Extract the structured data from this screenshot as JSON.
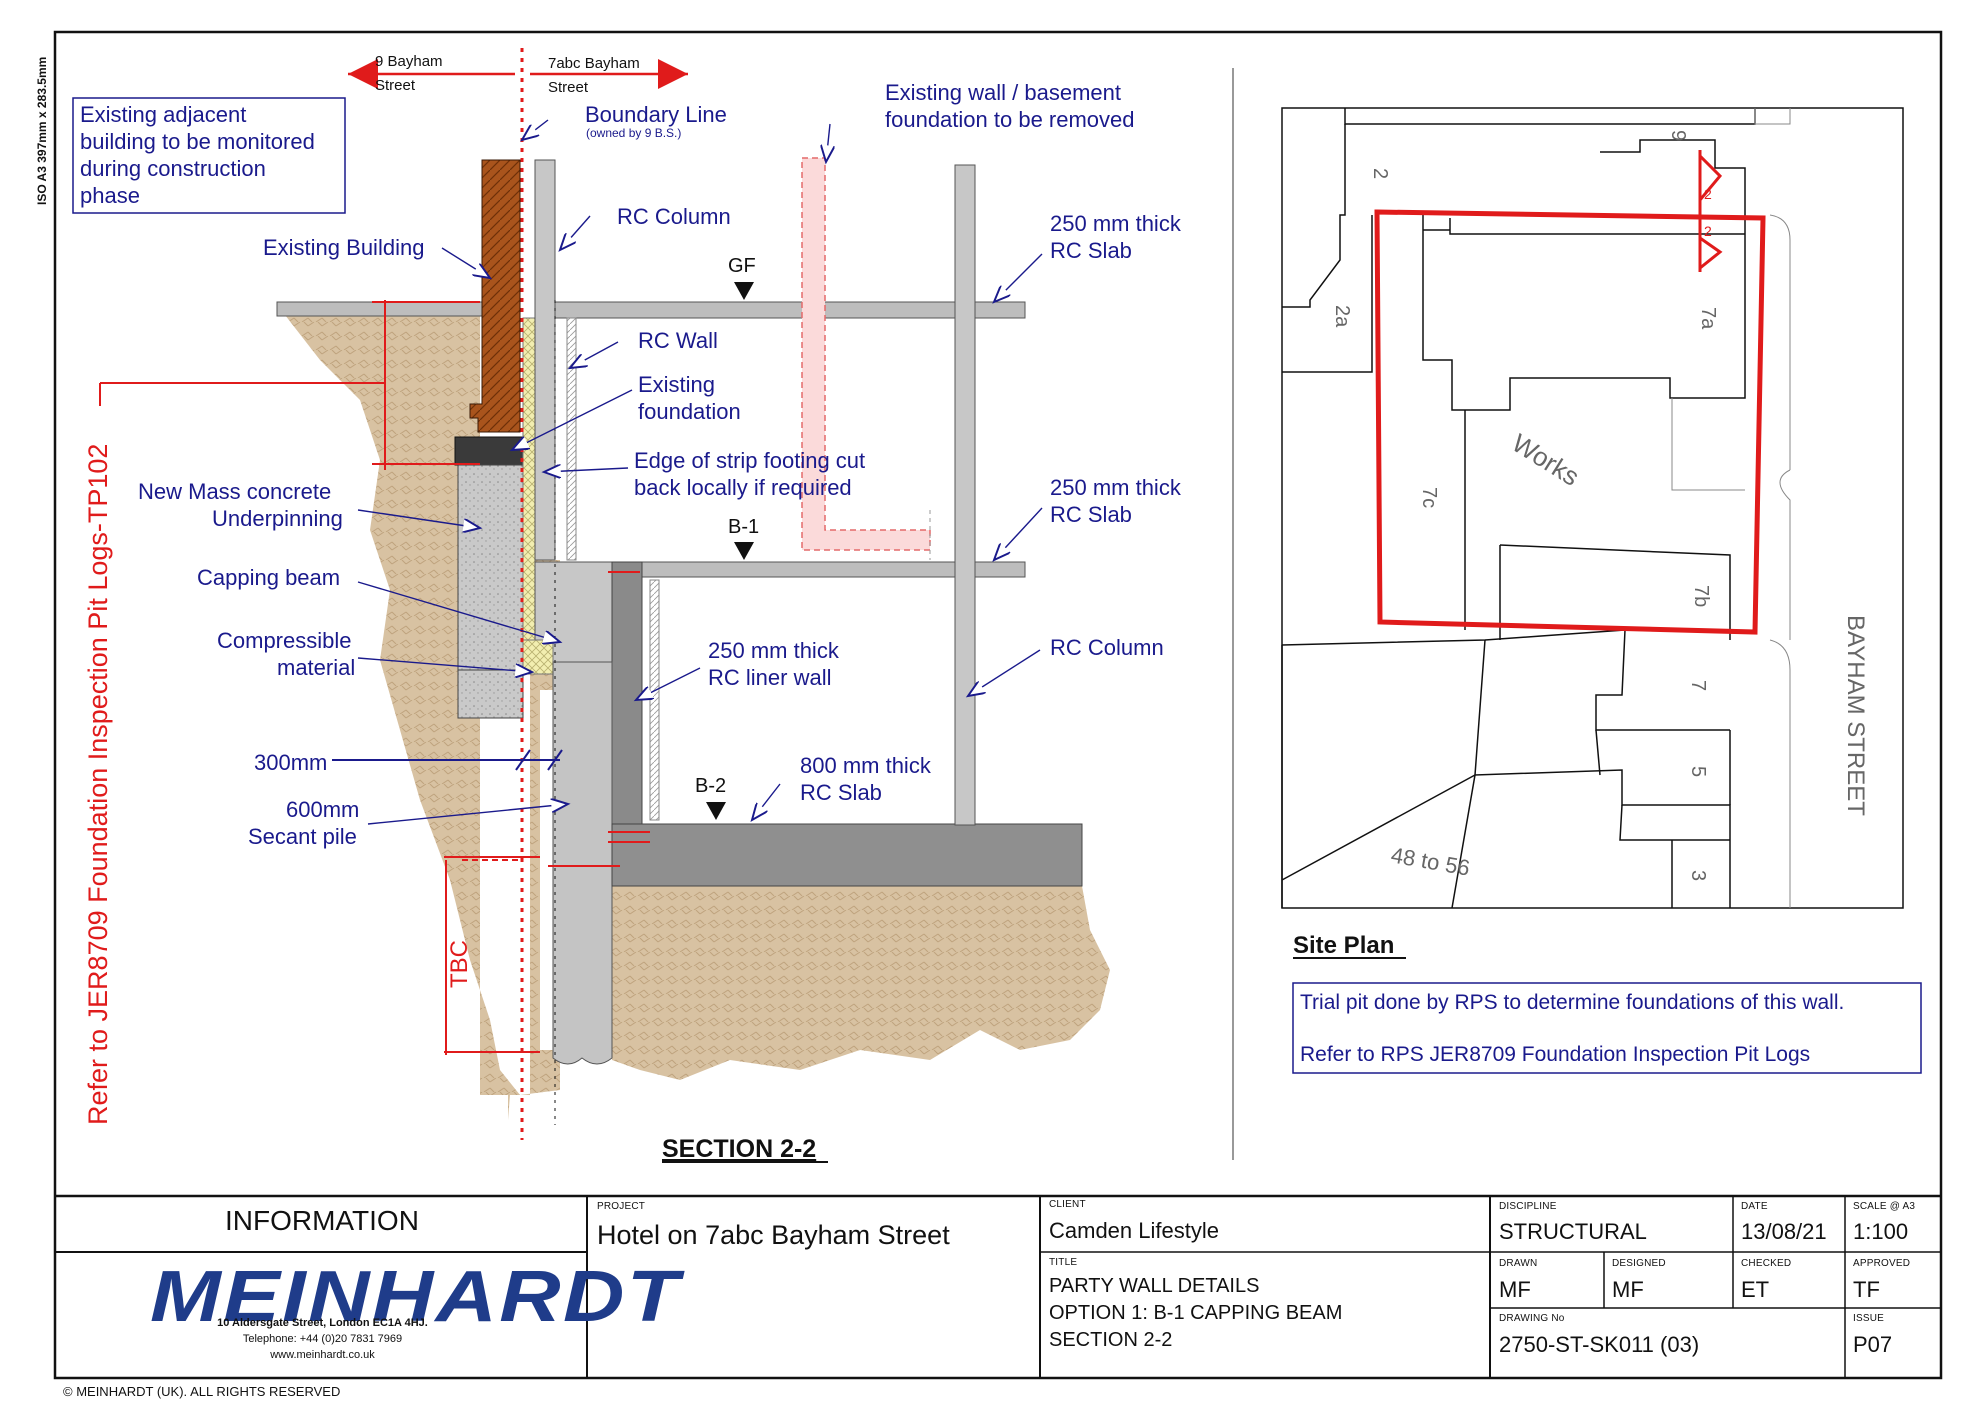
{
  "sheet": {
    "size_label": "ISO A3 397mm x 283.5mm",
    "copyright": "© MEINHARDT (UK). ALL RIGHTS RESERVED"
  },
  "section": {
    "title": "SECTION 2-2",
    "left_property_line1": "9 Bayham",
    "left_property_line2": "Street",
    "right_property_line1": "7abc Bayham",
    "right_property_line2": "Street",
    "note_box": [
      "Existing adjacent",
      "building to be monitored",
      "during construction",
      "phase"
    ],
    "boundary_line": "Boundary Line",
    "boundary_owner": "(owned by 9 B.S.)",
    "existing_wall_removed": [
      "Existing wall / basement",
      "foundation to be removed"
    ],
    "existing_building": "Existing Building",
    "rc_column_top": "RC Column",
    "rc_slab_gf": [
      "250 mm thick",
      "RC Slab"
    ],
    "level_gf": "GF",
    "rc_wall": "RC Wall",
    "existing_foundation": [
      "Existing",
      "foundation"
    ],
    "strip_footing": [
      "Edge of strip footing cut",
      "back locally if required"
    ],
    "rc_slab_b1": [
      "250 mm thick",
      "RC Slab"
    ],
    "level_b1": "B-1",
    "mass_concrete": [
      "New Mass concrete",
      "Underpinning"
    ],
    "capping_beam": "Capping beam",
    "compressible": [
      "Compressible",
      "material"
    ],
    "liner_wall": [
      "250 mm thick",
      "RC liner wall"
    ],
    "rc_column_bottom": "RC Column",
    "dim_300": "300mm",
    "secant_pile": [
      "600mm",
      "Secant pile"
    ],
    "level_b2": "B-2",
    "rc_slab_b2": [
      "800 mm thick",
      "RC Slab"
    ],
    "tbc": "TBC",
    "refer_vertical": "Refer to JER8709 Foundation Inspection Pit Logs-TP102"
  },
  "site_plan": {
    "title": "Site Plan",
    "plot_labels": [
      "2",
      "9",
      "2a",
      "7a",
      "7c",
      "Works",
      "7b",
      "7",
      "5",
      "3",
      "48 to 56"
    ],
    "section_marker": "2",
    "street": "BAYHAM STREET",
    "notes": [
      "Trial pit done by RPS to determine foundations of this wall.",
      "Refer to RPS JER8709 Foundation Inspection Pit Logs"
    ]
  },
  "title_block": {
    "status": "INFORMATION",
    "company": "MEINHARDT",
    "address": "10 Aldersgate Street, London EC1A 4HJ.",
    "telephone": "Telephone: +44 (0)20 7831 7969",
    "website": "www.meinhardt.co.uk",
    "project_label": "PROJECT",
    "project": "Hotel on 7abc Bayham Street",
    "client_label": "CLIENT",
    "client": "Camden Lifestyle",
    "title_label": "TITLE",
    "title_lines": [
      "PARTY WALL DETAILS",
      "OPTION 1:  B-1 CAPPING BEAM",
      "SECTION 2-2"
    ],
    "discipline_label": "DISCIPLINE",
    "discipline": "STRUCTURAL",
    "date_label": "DATE",
    "date": "13/08/21",
    "scale_label": "SCALE @ A3",
    "scale": "1:100",
    "drawn_label": "DRAWN",
    "drawn": "MF",
    "designed_label": "DESIGNED",
    "designed": "MF",
    "checked_label": "CHECKED",
    "checked": "ET",
    "approved_label": "APPROVED",
    "approved": "TF",
    "drawing_no_label": "DRAWING No",
    "drawing_no": "2750-ST-SK011 (03)",
    "issue_label": "ISSUE",
    "issue": "P07"
  },
  "colors": {
    "annotation": "#1a1a8c",
    "boundary": "#e01b1b",
    "soil": "#d9c3a3",
    "concrete": "#c7c7c7",
    "brick": "#a9541c"
  }
}
